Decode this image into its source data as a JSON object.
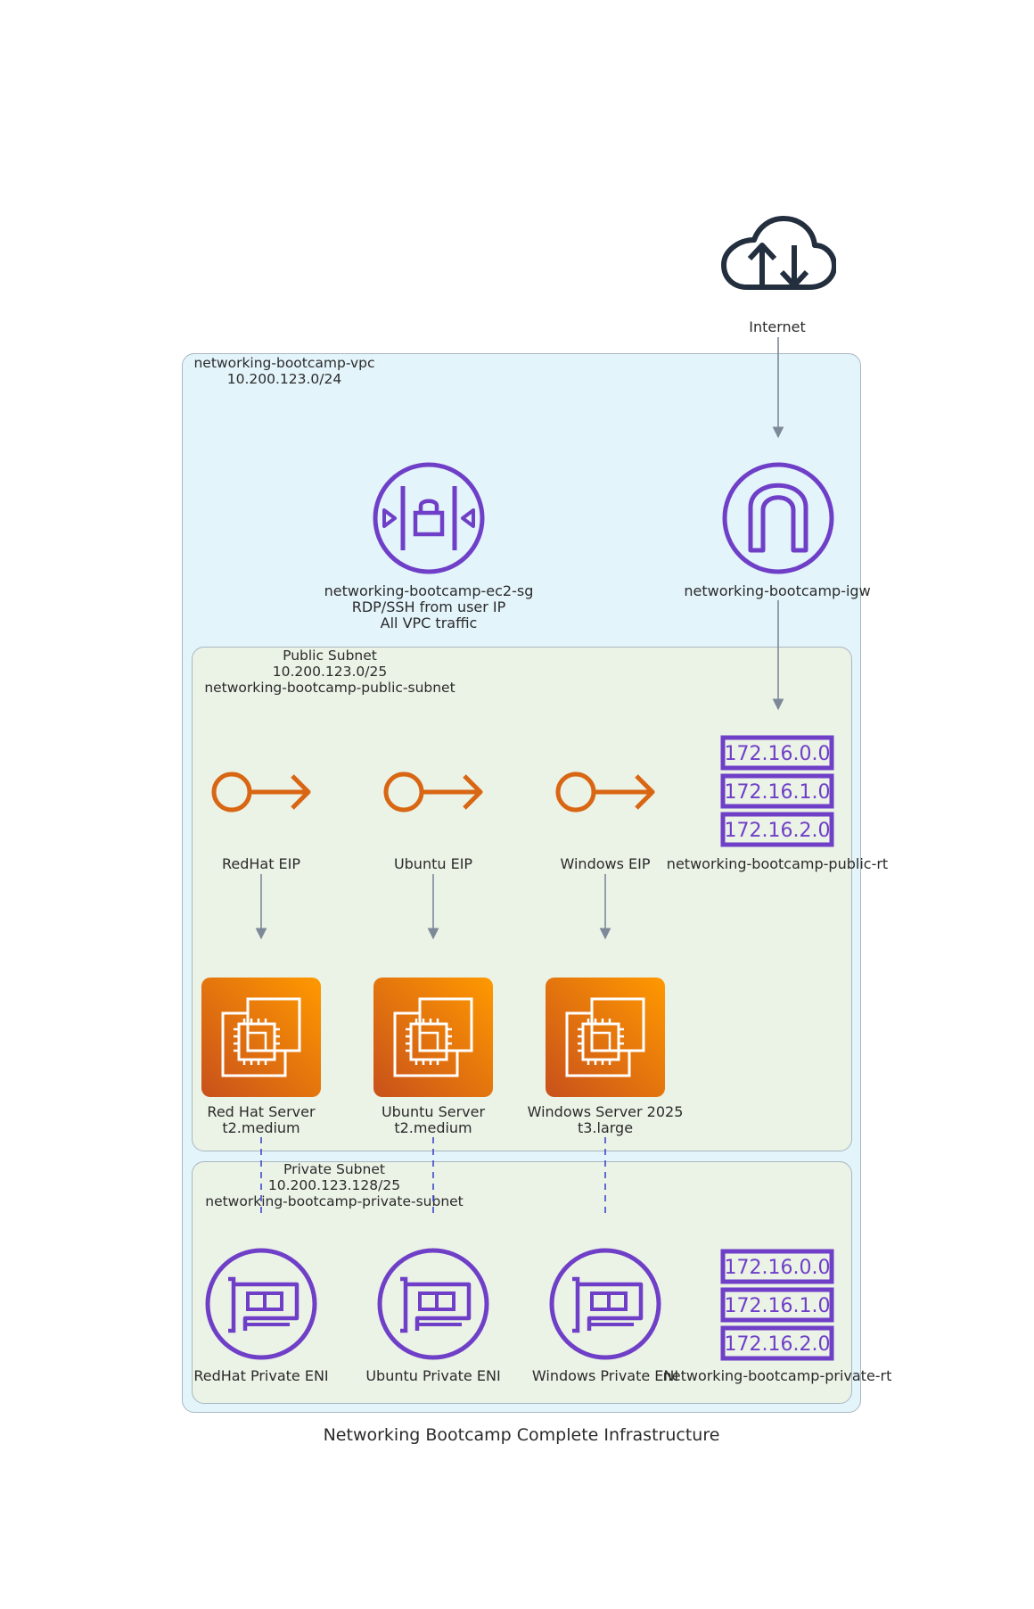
{
  "title": "Networking Bootcamp Complete Infrastructure",
  "internet": {
    "label": "Internet"
  },
  "vpc": {
    "name": "networking-bootcamp-vpc",
    "cidr": "10.200.123.0/24"
  },
  "security_group": {
    "name": "networking-bootcamp-ec2-sg",
    "rule1": "RDP/SSH from user IP",
    "rule2": "All VPC traffic"
  },
  "igw": {
    "name": "networking-bootcamp-igw"
  },
  "public_subnet": {
    "title": "Public Subnet",
    "cidr": "10.200.123.0/25",
    "name": "networking-bootcamp-public-subnet"
  },
  "private_subnet": {
    "title": "Private Subnet",
    "cidr": "10.200.123.128/25",
    "name": "networking-bootcamp-private-subnet"
  },
  "eips": [
    {
      "label": "RedHat EIP"
    },
    {
      "label": "Ubuntu EIP"
    },
    {
      "label": "Windows EIP"
    }
  ],
  "servers": [
    {
      "name": "Red Hat Server",
      "type": "t2.medium"
    },
    {
      "name": "Ubuntu Server",
      "type": "t2.medium"
    },
    {
      "name": "Windows Server 2025",
      "type": "t3.large"
    }
  ],
  "enis": [
    {
      "label": "RedHat Private ENI"
    },
    {
      "label": "Ubuntu Private ENI"
    },
    {
      "label": "Windows Private ENI"
    }
  ],
  "public_rt": {
    "name": "networking-bootcamp-public-rt",
    "routes": [
      "172.16.0.0",
      "172.16.1.0",
      "172.16.2.0"
    ]
  },
  "private_rt": {
    "name": "networking-bootcamp-private-rt",
    "routes": [
      "172.16.0.0",
      "172.16.1.0",
      "172.16.2.0"
    ]
  },
  "colors": {
    "vpc_fill": "#e3f4fb",
    "subnet_fill": "#ebf2e6",
    "purple": "#6f3fc8",
    "orange": "#d86613",
    "arrow": "#7d8998",
    "dashed": "#3f48cc",
    "dark": "#232f3e"
  }
}
